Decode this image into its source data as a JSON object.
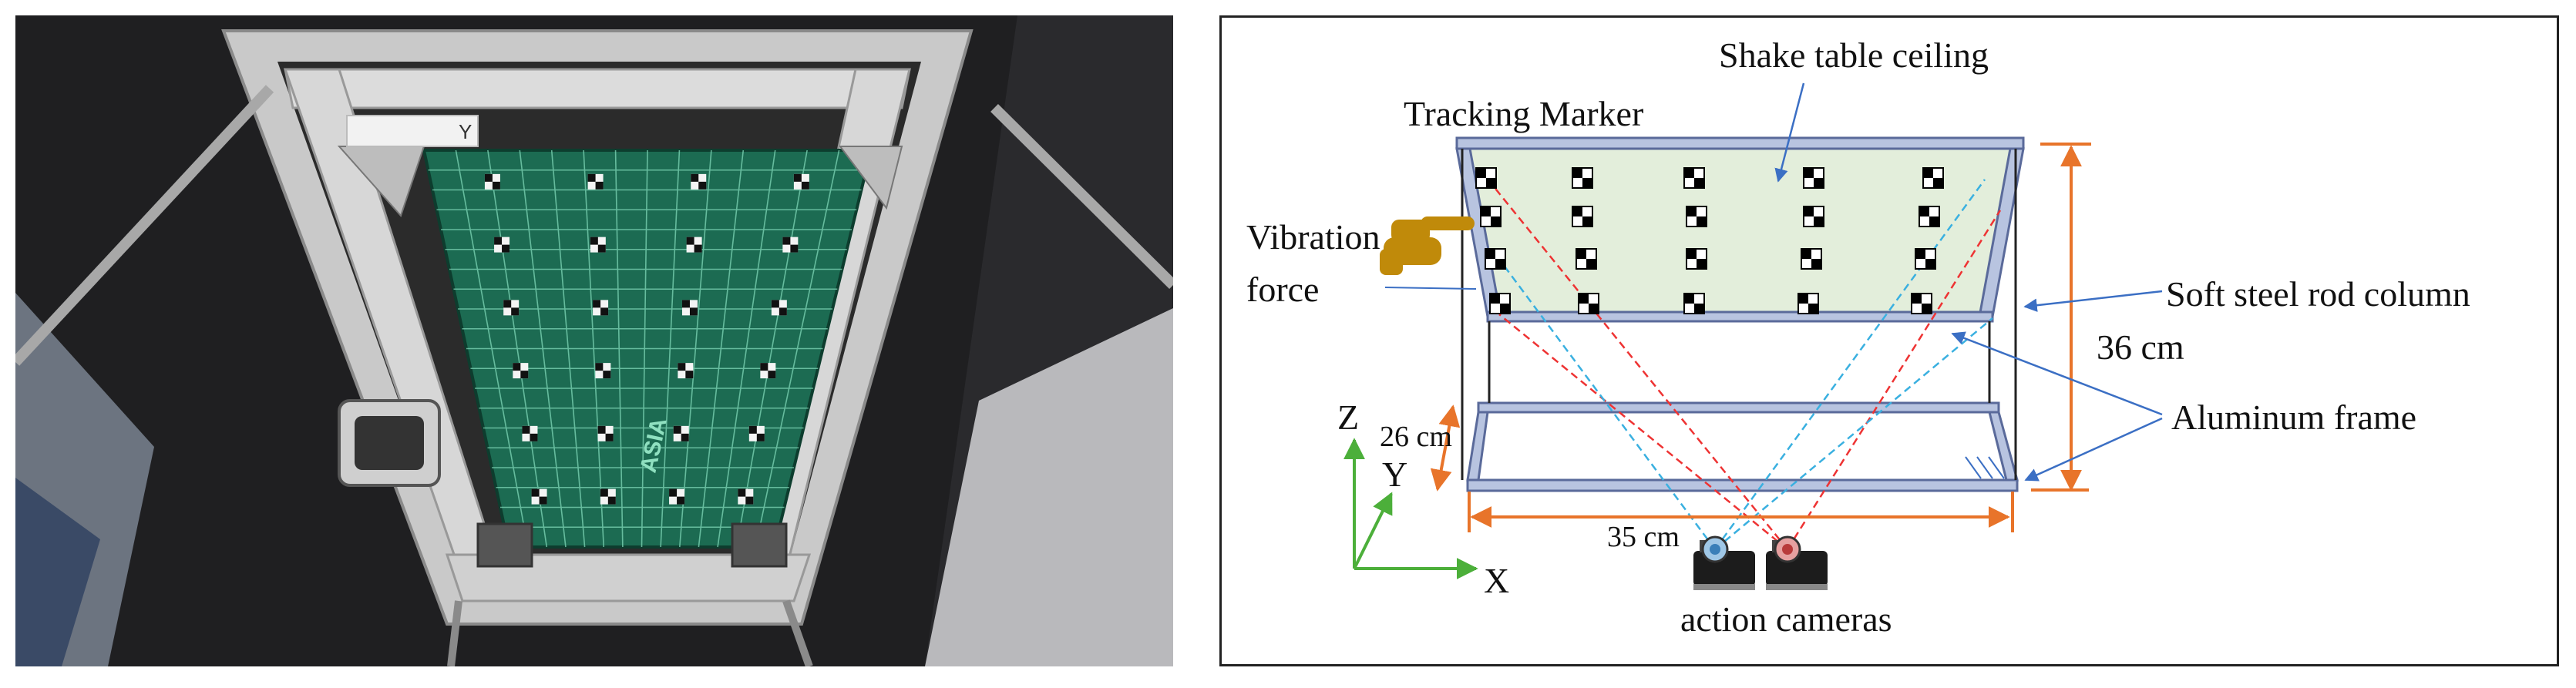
{
  "photo": {
    "sticker_text": "Y",
    "logo_text": "ASIA"
  },
  "diagram": {
    "shake_table_ceiling": "Shake table ceiling",
    "tracking_marker": "Tracking Marker",
    "vibration": "Vibration",
    "force": "force",
    "soft_steel_rod_column": "Soft steel rod column",
    "height_36": "36 cm",
    "aluminum_frame": "Aluminum frame",
    "depth_26": "26 cm",
    "width_35": "35 cm",
    "action_cameras": "action cameras",
    "axis_x": "X",
    "axis_y": "Y",
    "axis_z": "Z"
  },
  "colors": {
    "dimension_orange": "#e8742a",
    "leader_blue": "#3b6fc4",
    "plate_green": "#e3eedb",
    "frame_fill": "#b8c4e0",
    "frame_edge": "#5a6a9a",
    "ray_red": "#e33",
    "ray_cyan": "#3ab0e0",
    "axis_green": "#4caf3a",
    "hand_gold": "#c08a0a"
  }
}
